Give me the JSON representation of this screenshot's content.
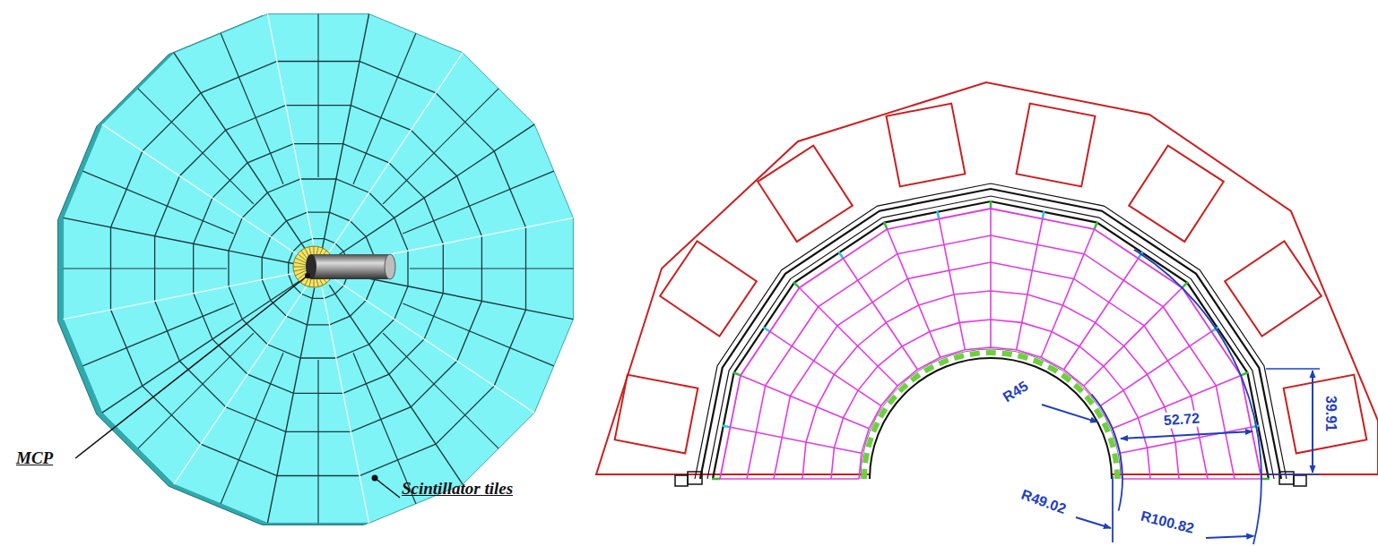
{
  "diagram": {
    "labels": [
      "MCP",
      "Scintillator tiles",
      "R45",
      "52.72",
      "39.91",
      "R49.02",
      "R100.82"
    ]
  }
}
